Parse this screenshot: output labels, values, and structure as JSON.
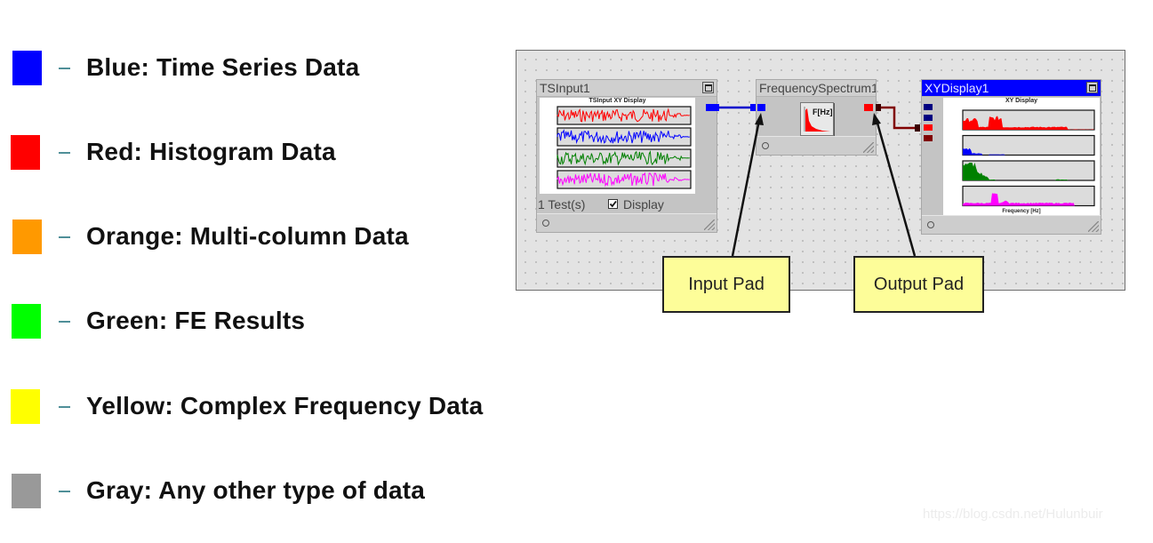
{
  "legend": {
    "items": [
      {
        "label": "Blue: Time Series Data",
        "color": "#0000ff"
      },
      {
        "label": "Red: Histogram Data",
        "color": "#ff0000"
      },
      {
        "label": "Orange: Multi-column Data",
        "color": "#ff9900"
      },
      {
        "label": "Green: FE Results",
        "color": "#00ff00"
      },
      {
        "label": "Yellow: Complex Frequency Data",
        "color": "#ffff00"
      },
      {
        "label": "Gray: Any other type of data",
        "color": "#999999"
      }
    ]
  },
  "nodes": {
    "tsinput": {
      "title": "TSInput1",
      "plot_title": "TSInput XY Display",
      "tests_label": "1 Test(s)",
      "display_label": "Display",
      "display_checked": true,
      "trace_colors": [
        "#ff0000",
        "#0000ff",
        "#008000",
        "#ff00ff"
      ]
    },
    "frequency_spectrum": {
      "title": "FrequencySpectrum1",
      "icon_label": "F[Hz]"
    },
    "xydisplay": {
      "title": "XYDisplay1",
      "plot_title": "XY Display",
      "xlabel": "Frequency [Hz]",
      "trace_colors": [
        "#ff0000",
        "#0000ff",
        "#008000",
        "#ff00ff"
      ],
      "input_pad_colors": [
        "#000080",
        "#000080",
        "#ff0000",
        "#800000"
      ]
    }
  },
  "connections": [
    {
      "from": "TSInput1",
      "to": "FrequencySpectrum1",
      "color": "#0000ff"
    },
    {
      "from": "FrequencySpectrum1",
      "to": "XYDisplay1",
      "color": "#800000"
    }
  ],
  "callouts": {
    "input_pad": "Input Pad",
    "output_pad": "Output Pad"
  },
  "watermark": "https://blog.csdn.net/Hulunbuir"
}
